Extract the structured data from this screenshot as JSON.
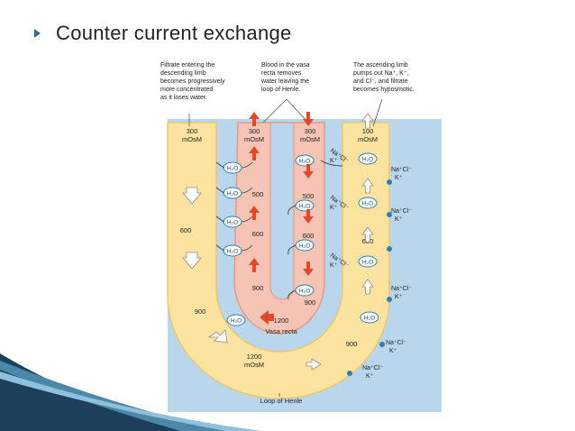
{
  "slide": {
    "title": "Counter current exchange"
  },
  "diagram": {
    "captions": {
      "filtrate": [
        "Filtrate entering the",
        "descending limb",
        "becomes progressively",
        "more concentrated",
        "as it loses water."
      ],
      "blood": [
        "Blood in the vasa",
        "recta removes",
        "water leaving the",
        "loop of Henle."
      ],
      "ascending": [
        "The ascending limb",
        "pumps out Na⁺, K⁺,",
        "and Cl⁻, and filtrate",
        "becomes hyposmotic."
      ]
    },
    "labels": {
      "d300": "300",
      "d300u": "mOsM",
      "va300": "300",
      "va300u": "mOsM",
      "vd300": "300",
      "vd300u": "mOsM",
      "a100": "100",
      "a100u": "mOsM",
      "d600": "600",
      "d900": "900",
      "va500": "500",
      "va600": "600",
      "va900": "900",
      "vd500": "500",
      "vd600": "600",
      "vd900": "900",
      "v1200": "1200",
      "vasa_recta": "Vasa recta",
      "a600": "600",
      "a900": "900",
      "b1200": "1200",
      "b1200u": "mOsM",
      "loop": "Loop of Henle"
    },
    "water": "H₂O",
    "ions": {
      "na_cl": "Na⁺Cl⁻",
      "k": "K⁺"
    },
    "colors": {
      "background": "#b9d6ec",
      "tubule": "#fde3a0",
      "tubule_edge": "#e9c775",
      "vasa": "#f6c4b4",
      "vasa_edge": "#e49a86",
      "red_arrow": "#e04a2a",
      "pump": "#2f7fa8",
      "dark_navy": "#1c3f5c"
    }
  }
}
